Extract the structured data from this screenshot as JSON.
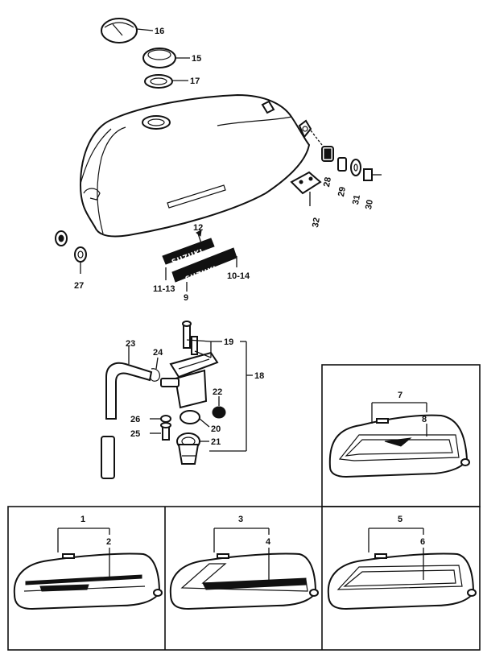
{
  "labels": {
    "p16": "16",
    "p15": "15",
    "p17": "17",
    "p28": "28",
    "p29": "29",
    "p31": "31",
    "p30": "30",
    "p32": "32",
    "p12": "12",
    "p27": "27",
    "p11_13": "11-13",
    "p9": "9",
    "p10_14": "10-14",
    "p23": "23",
    "p24": "24",
    "p19": "19",
    "p18": "18",
    "p22": "22",
    "p26": "26",
    "p25": "25",
    "p20": "20",
    "p21": "21",
    "p7": "7",
    "p8": "8",
    "p1": "1",
    "p2": "2",
    "p3": "3",
    "p4": "4",
    "p5": "5",
    "p6": "6"
  },
  "emblem_text": "SUZUKI"
}
